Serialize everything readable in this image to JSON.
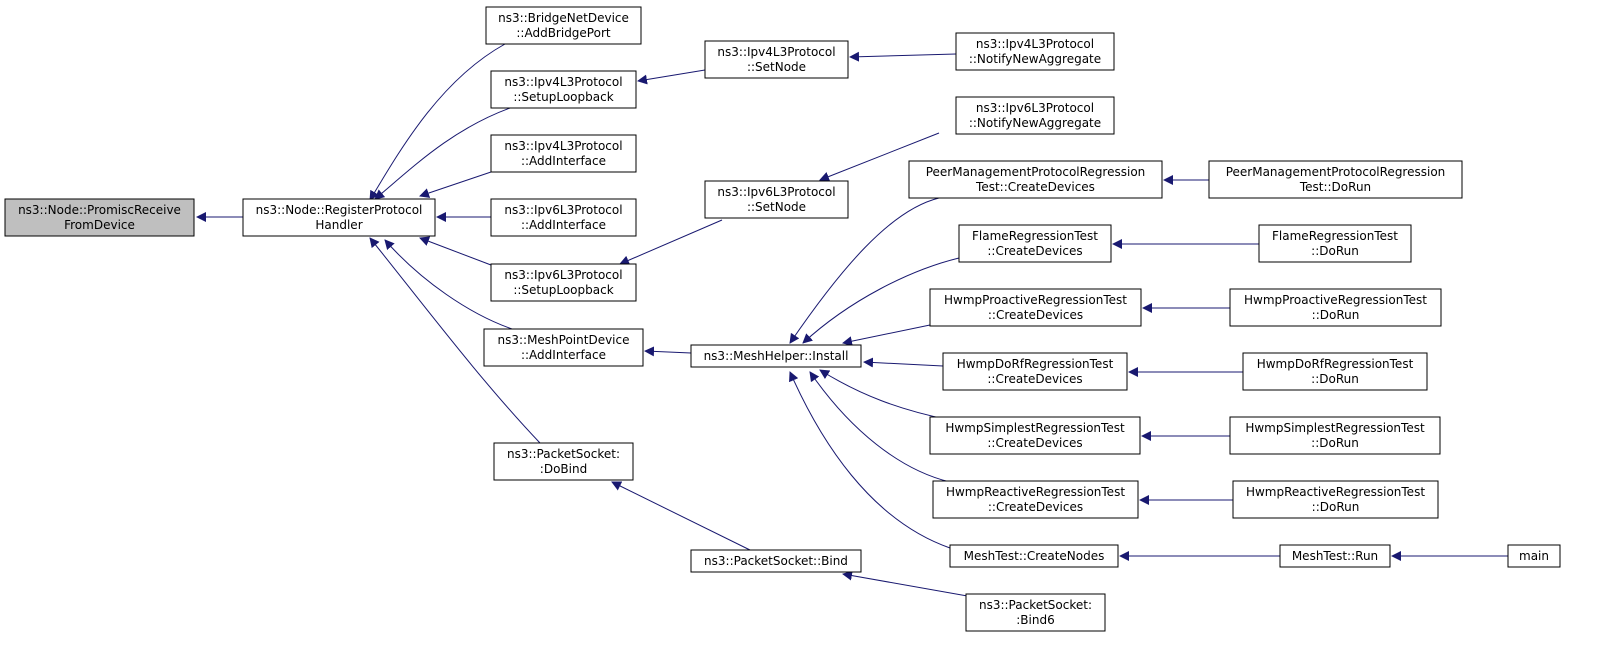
{
  "colors": {
    "edge": "#191970",
    "box_border": "#000000",
    "box_fill": "#ffffff",
    "highlight_fill": "#bfbfbf"
  },
  "nodes": {
    "promisc": [
      "ns3::Node::PromiscReceive",
      "FromDevice"
    ],
    "register": [
      "ns3::Node::RegisterProtocol",
      "Handler"
    ],
    "bridge": [
      "ns3::BridgeNetDevice",
      "::AddBridgePort"
    ],
    "ipv4_setup_loopback": [
      "ns3::Ipv4L3Protocol",
      "::SetupLoopback"
    ],
    "ipv4_add_interface": [
      "ns3::Ipv4L3Protocol",
      "::AddInterface"
    ],
    "ipv6_add_interface": [
      "ns3::Ipv6L3Protocol",
      "::AddInterface"
    ],
    "ipv6_setup_loopback": [
      "ns3::Ipv6L3Protocol",
      "::SetupLoopback"
    ],
    "meshpoint_add_interface": [
      "ns3::MeshPointDevice",
      "::AddInterface"
    ],
    "packetsocket_dobind": [
      "ns3::PacketSocket:",
      ":DoBind"
    ],
    "ipv4_set_node": [
      "ns3::Ipv4L3Protocol",
      "::SetNode"
    ],
    "ipv4_notify": [
      "ns3::Ipv4L3Protocol",
      "::NotifyNewAggregate"
    ],
    "ipv6_set_node": [
      "ns3::Ipv6L3Protocol",
      "::SetNode"
    ],
    "ipv6_notify": [
      "ns3::Ipv6L3Protocol",
      "::NotifyNewAggregate"
    ],
    "meshhelper_install": [
      "ns3::MeshHelper::Install"
    ],
    "packetsocket_bind": [
      "ns3::PacketSocket::Bind"
    ],
    "packetsocket_bind6": [
      "ns3::PacketSocket:",
      ":Bind6"
    ],
    "peer_create": [
      "PeerManagementProtocolRegression",
      "Test::CreateDevices"
    ],
    "peer_run": [
      "PeerManagementProtocolRegression",
      "Test::DoRun"
    ],
    "flame_create": [
      "FlameRegressionTest",
      "::CreateDevices"
    ],
    "flame_run": [
      "FlameRegressionTest",
      "::DoRun"
    ],
    "proactive_create": [
      "HwmpProactiveRegressionTest",
      "::CreateDevices"
    ],
    "proactive_run": [
      "HwmpProactiveRegressionTest",
      "::DoRun"
    ],
    "dorf_create": [
      "HwmpDoRfRegressionTest",
      "::CreateDevices"
    ],
    "dorf_run": [
      "HwmpDoRfRegressionTest",
      "::DoRun"
    ],
    "simplest_create": [
      "HwmpSimplestRegressionTest",
      "::CreateDevices"
    ],
    "simplest_run": [
      "HwmpSimplestRegressionTest",
      "::DoRun"
    ],
    "reactive_create": [
      "HwmpReactiveRegressionTest",
      "::CreateDevices"
    ],
    "reactive_run": [
      "HwmpReactiveRegressionTest",
      "::DoRun"
    ],
    "meshtest_create": [
      "MeshTest::CreateNodes"
    ],
    "meshtest_run": [
      "MeshTest::Run"
    ],
    "main": [
      "main"
    ]
  }
}
